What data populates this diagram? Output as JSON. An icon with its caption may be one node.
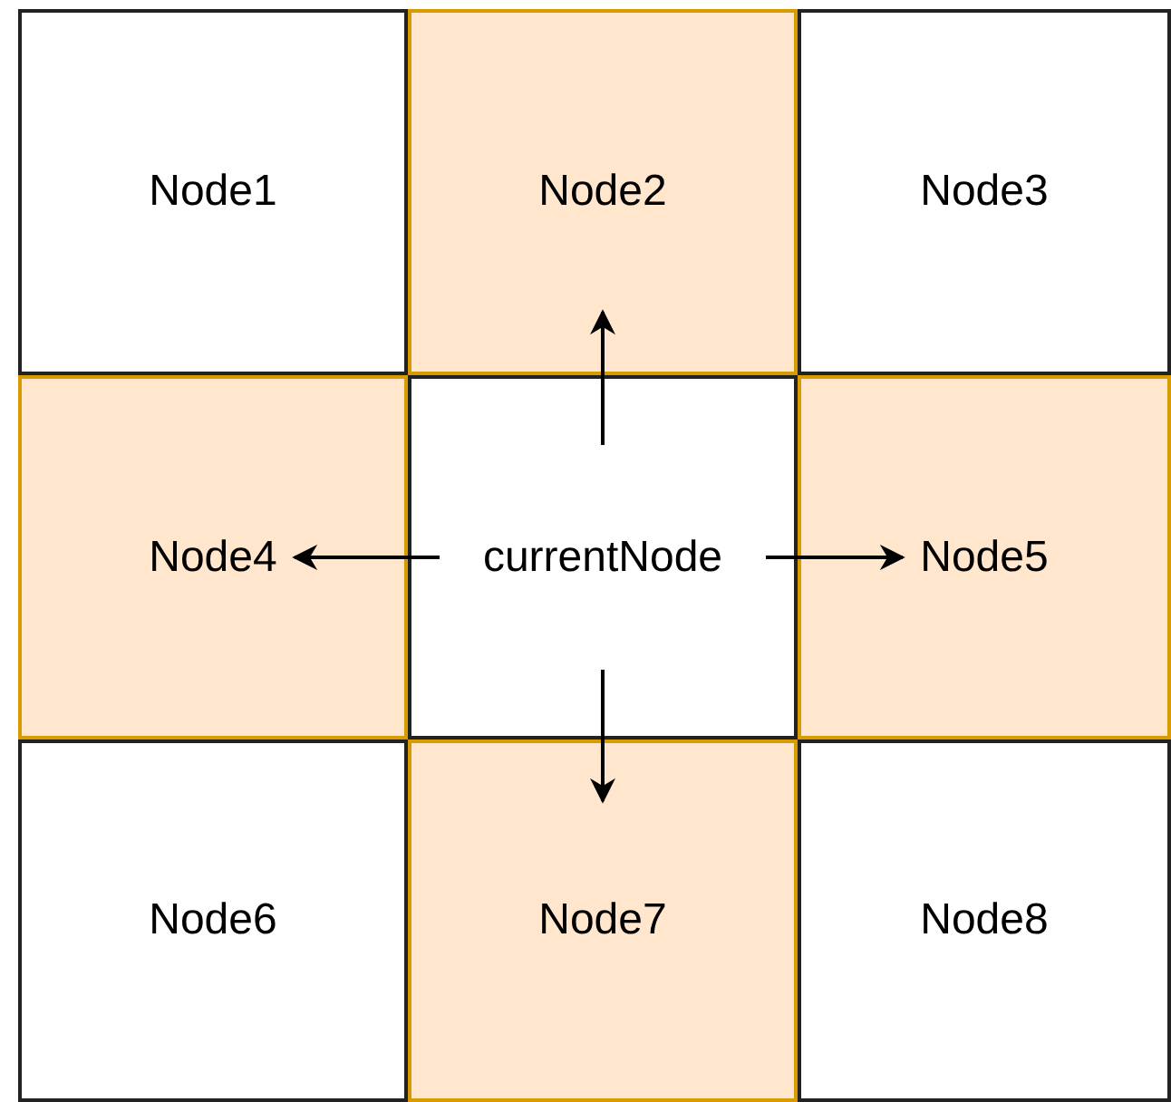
{
  "diagram": {
    "nodes": [
      {
        "text": [
          "Node1"
        ]
      },
      {
        "text": [
          "Node2"
        ]
      },
      {
        "text": [
          "Node3"
        ]
      },
      {
        "text": [
          "Node4"
        ]
      },
      {
        "text": [
          "currentNode"
        ]
      },
      {
        "text": [
          "Node5"
        ]
      },
      {
        "text": [
          "Node6"
        ]
      },
      {
        "text": [
          "Node7"
        ]
      },
      {
        "text": [
          "Node8"
        ]
      }
    ],
    "edges": [
      {
        "from": 4,
        "to": 1,
        "arrow": "to"
      },
      {
        "from": 4,
        "to": 3,
        "arrow": "to"
      },
      {
        "from": 4,
        "to": 5,
        "arrow": "to"
      },
      {
        "from": 4,
        "to": 7,
        "arrow": "to"
      }
    ]
  }
}
